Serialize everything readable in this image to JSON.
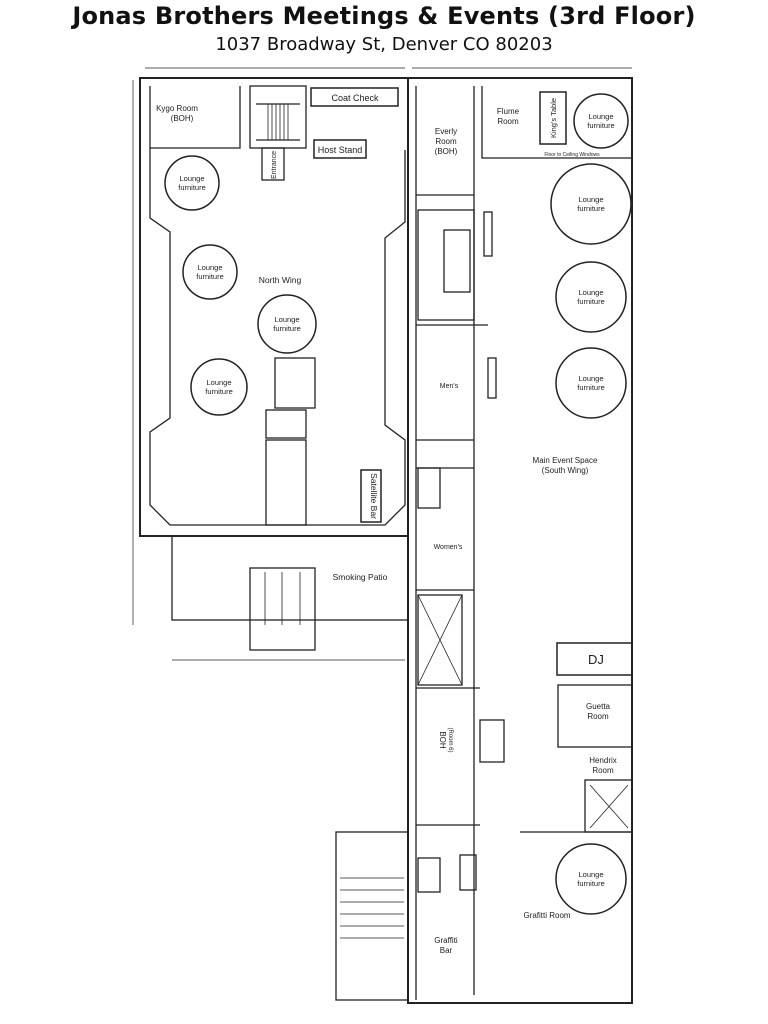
{
  "header": {
    "title": "Jonas Brothers Meetings & Events (3rd Floor)",
    "address": "1037 Broadway St, Denver CO 80203"
  },
  "rooms": {
    "kygo": [
      "Kygo Room",
      "(BOH)"
    ],
    "coat_check": "Coat Check",
    "host_stand": "Host Stand",
    "entrance": "Entrance",
    "north_wing": "North Wing",
    "satellite_bar": "Satellite Bar",
    "smoking_patio": "Smoking Patio",
    "everly": [
      "Everly",
      "Room",
      "(BOH)"
    ],
    "flume": [
      "Flume",
      "Room"
    ],
    "kings_table": "King's Table",
    "floor_to_ceiling": "Floor to Ceiling Windows",
    "mens": "Men's",
    "womens": "Women's",
    "main_event": [
      "Main Event Space",
      "(South Wing)"
    ],
    "dj": "DJ",
    "guetta": [
      "Guetta",
      "Room"
    ],
    "hendrix": [
      "Hendrix",
      "Room"
    ],
    "boh": "BOH",
    "boh_sub": "(Room 6)",
    "grafitti_room": "Grafitti Room",
    "graffiti_bar": [
      "Graffiti",
      "Bar"
    ]
  },
  "furniture": {
    "lounge": [
      "Lounge",
      "furniture"
    ]
  }
}
